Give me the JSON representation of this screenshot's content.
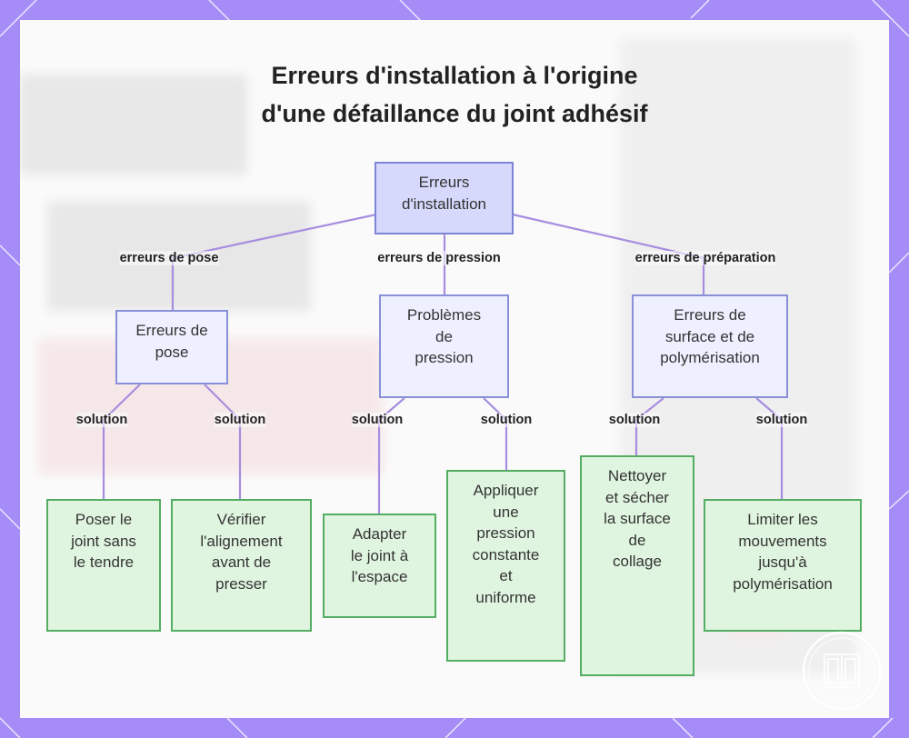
{
  "title": {
    "line1": "Erreurs d'installation à l'origine",
    "line2": "d'une défaillance du joint adhésif"
  },
  "colors": {
    "frame": "#a58cf7",
    "root_fill": "#d6d9fb",
    "problem_fill": "#eef0ff",
    "solution_fill": "#e0f5e0",
    "solution_border": "#54ad63",
    "edge": "#a78de0"
  },
  "nodes": {
    "root": {
      "lines": [
        "Erreurs",
        "d'installation"
      ]
    },
    "pose": {
      "lines": [
        "Erreurs de",
        "pose"
      ]
    },
    "pression": {
      "lines": [
        "Problèmes",
        "de",
        "pression"
      ]
    },
    "surface": {
      "lines": [
        "Erreurs de",
        "surface et de",
        "polymérisation"
      ]
    },
    "sol_pose_1": {
      "lines": [
        "Poser le",
        "joint sans",
        "le tendre"
      ]
    },
    "sol_pose_2": {
      "lines": [
        "Vérifier",
        "l'alignement",
        "avant de",
        "presser"
      ]
    },
    "sol_pression_1": {
      "lines": [
        "Adapter",
        "le joint à",
        "l'espace"
      ]
    },
    "sol_pression_2": {
      "lines": [
        "Appliquer",
        "une",
        "pression",
        "constante",
        "et",
        "uniforme"
      ]
    },
    "sol_surface_1": {
      "lines": [
        "Nettoyer",
        "et sécher",
        "la surface",
        "de",
        "collage"
      ]
    },
    "sol_surface_2": {
      "lines": [
        "Limiter les",
        "mouvements",
        "jusqu'à",
        "polymérisation"
      ]
    }
  },
  "edge_labels": {
    "pose": "erreurs de pose",
    "pression": "erreurs de pression",
    "preparation": "erreurs de préparation",
    "solution": "solution"
  },
  "icons": {
    "logo": "book-logo-icon"
  }
}
